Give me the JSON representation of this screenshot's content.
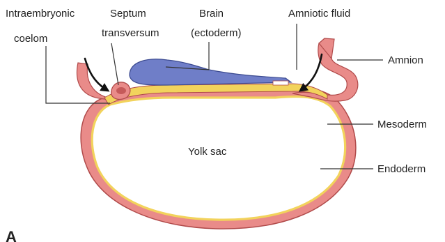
{
  "diagram": {
    "labels": {
      "intraembryonic_coelom": [
        "Intraembryonic",
        "coelom"
      ],
      "septum_transversum": [
        "Septum",
        "transversum"
      ],
      "brain": [
        "Brain",
        "(ectoderm)"
      ],
      "amniotic_fluid": "Amniotic fluid",
      "amnion": "Amnion",
      "mesoderm": "Mesoderm",
      "endoderm": "Endoderm",
      "yolk_sac": "Yolk sac",
      "panel_letter": "A"
    },
    "colors": {
      "mesoderm_pink": "#e98b89",
      "endoderm_yellow": "#f2d35c",
      "brain_blue": "#6f7ec8",
      "outline": "#b04a4a",
      "text": "#222222"
    }
  }
}
